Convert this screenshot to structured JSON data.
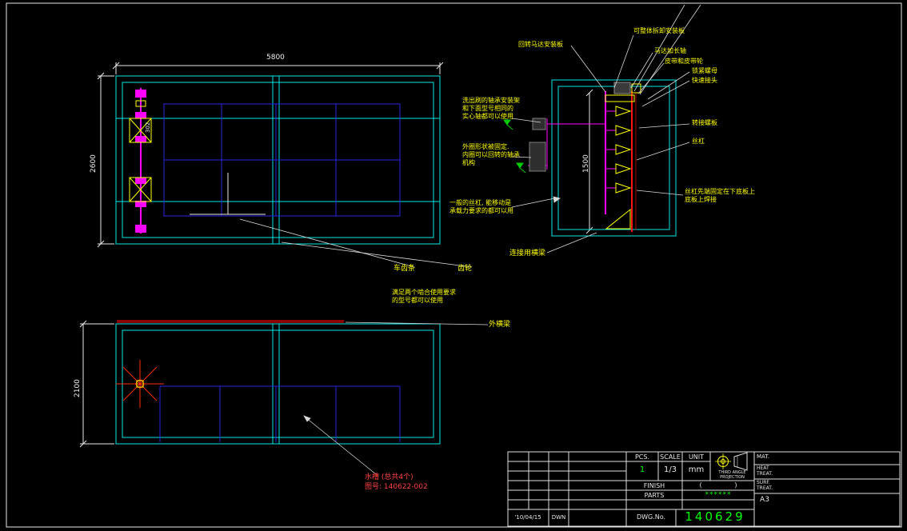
{
  "drawing": {
    "dims": {
      "plan_width": "5800",
      "plan_height": "2600",
      "detail_width": "302",
      "side_height": "1500",
      "front_height": "2100"
    },
    "annotations": {
      "detachable_plate": "可整体拆卸安装板",
      "rotary_motor_plate": "回转马达安装板",
      "motor_extension_shaft": "马达加长轴",
      "belt_and_pulley": "皮带和皮带轮",
      "lock_nut": "锁紧螺母",
      "quick_coupling": "快速接头",
      "adapter_plate": "转接螺板",
      "lead_screw": "丝杠",
      "screw_note_1": "丝杠先端固定在下底板上",
      "screw_note_2": "底板上焊接",
      "bearing_note_1": "洗出刷的轴承安装架",
      "bearing_note_2": "和下面型号相同的",
      "bearing_note_3": "实心轴都可以使用",
      "ring_note_1": "外圈形状被固定.",
      "ring_note_2": "内圈可以回转的轴承",
      "ring_note_3": "机构",
      "screw_general_1": "一般的丝杠, 能移动是",
      "screw_general_2": "承载力要求的都可以用",
      "connecting_beam": "连接用横梁",
      "rack": "车齿条",
      "gear": "齿轮",
      "mesh_note_1": "满足两个啮合使用要求",
      "mesh_note_2": "的型号都可以使用",
      "outer_beam": "外横梁",
      "tank_label": "水槽 (总共4个)",
      "tank_number": "图号: 140622-002"
    }
  },
  "title_block": {
    "pcs_label": "PCS.",
    "scale_label": "SCALE",
    "unit_label": "UNIT",
    "pcs_value": "1",
    "scale_value": "1/3",
    "unit_value": "mm",
    "projection_line1": "THIRD ANGLE",
    "projection_line2": "PROJECTION",
    "mat_label": "MAT.",
    "heat_label_1": "HEAT",
    "heat_label_2": "TREAT.",
    "surf_label_1": "SURF.",
    "surf_label_2": "TREAT.",
    "finish_label": "FINISH",
    "finish_value": "(                )",
    "parts_label": "PARTS",
    "parts_value": "******",
    "dwg_label": "DWG.No.",
    "dwg_value": "140629",
    "date": "'10/04/15",
    "drawn": "DWN",
    "sheet": "A3"
  },
  "colors": {
    "frame": "#00e8e8",
    "panel": "#2828e0",
    "detail": "#ff00ff",
    "hatch": "#ffff00",
    "screw": "#ff1414",
    "rail": "#8b0000",
    "leader": "#d8d8d8",
    "note": "#ffff00",
    "value": "#00ff00",
    "warn": "#ff4444"
  }
}
